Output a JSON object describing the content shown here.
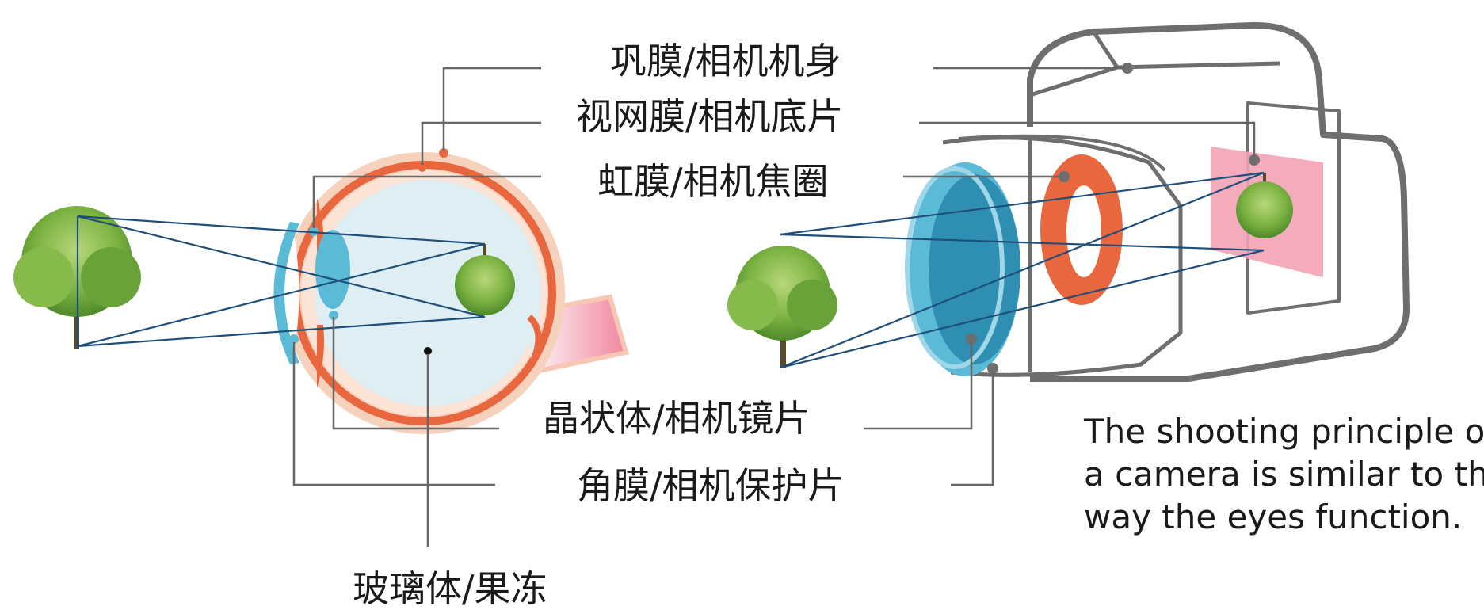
{
  "labels": {
    "sclera": "巩膜/相机机身",
    "retina": "视网膜/相机底片",
    "iris": "虹膜/相机焦圈",
    "lens": "晶状体/相机镜片",
    "cornea": "角膜/相机保护片",
    "vitreous": "玻璃体/果冻"
  },
  "caption": {
    "line1": "The shooting principle of",
    "line2": "a camera is similar to the",
    "line3": "way the eyes function."
  },
  "colors": {
    "sclera_orange": "#e8673f",
    "sclera_peach": "#f6d2bd",
    "eyeball_fill": "#deeef2",
    "lens_blue": "#5bbad5",
    "lens_dark": "#2f8fb2",
    "ray_blue": "#1f4e79",
    "tree_green": "#7db343",
    "film_pink": "#f3a3b6",
    "leader_gray": "#666666",
    "camera_outline": "#6e6e6e"
  }
}
